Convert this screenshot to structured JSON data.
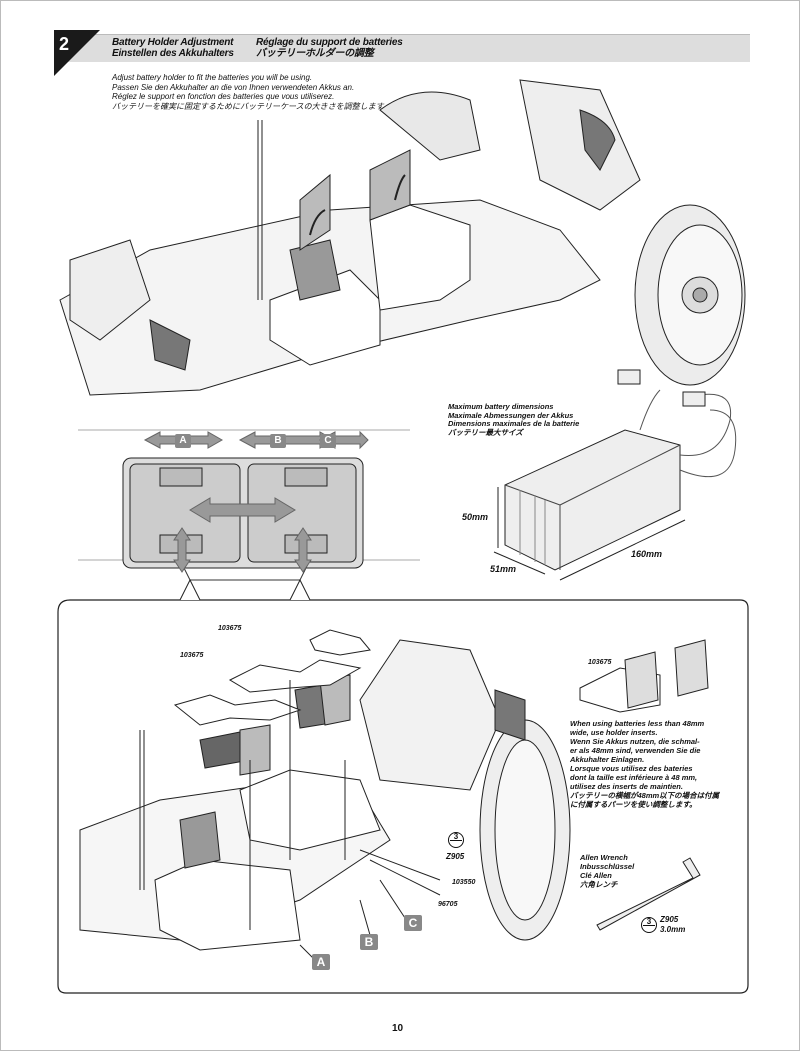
{
  "step": {
    "number": "2"
  },
  "title": {
    "en": "Battery Holder Adjustment",
    "de": "Einstellen des Akkuhalters",
    "fr": "Réglage du support de batteries",
    "jp": "バッテリーホルダーの調整"
  },
  "instructions": [
    "Adjust battery holder to fit the batteries you will be using.",
    "Passen Sie den Akkuhalter an die von Ihnen verwendeten Akkus an.",
    "Réglez le support en fonction des batteries que vous utiliserez.",
    "バッテリーを確実に固定するためにバッテリーケースの大きさを調整します。"
  ],
  "adjust_labels": [
    "A",
    "B",
    "C"
  ],
  "battery_dims": {
    "heading": [
      "Maximum battery dimensions",
      "Maximale Abmessungen der Akkus",
      "Dimensions maximales de la batterie",
      "バッテリー最大サイズ"
    ],
    "height": "50mm",
    "width": "51mm",
    "length": "160mm"
  },
  "parts": {
    "p103675_a": "103675",
    "p103675_b": "103675",
    "p103675_c": "103675",
    "p103550": "103550",
    "p96705": "96705"
  },
  "inserts_note": [
    "When using batteries less than 48mm",
    "wide, use holder inserts.",
    "Wenn Sie Akkus nutzen, die schmal-",
    "er als 48mm sind, verwenden Sie die",
    "Akkuhalter Einlagen.",
    "Lorsque vous utilisez des bateries",
    "dont la taille est inférieure à 48 mm,",
    "utilisez des inserts de maintien.",
    "バッテリーの横幅が48mm以下の場合は付属",
    "に付属するパーツを使い調整します。"
  ],
  "tool": {
    "names": [
      "Allen Wrench",
      "Inbusschlüssel",
      "Clé Allen",
      "六角レンチ"
    ],
    "circle_number": "3",
    "code": "Z905",
    "size": "3.0mm",
    "code_small": "Z905"
  },
  "page_number": "10"
}
